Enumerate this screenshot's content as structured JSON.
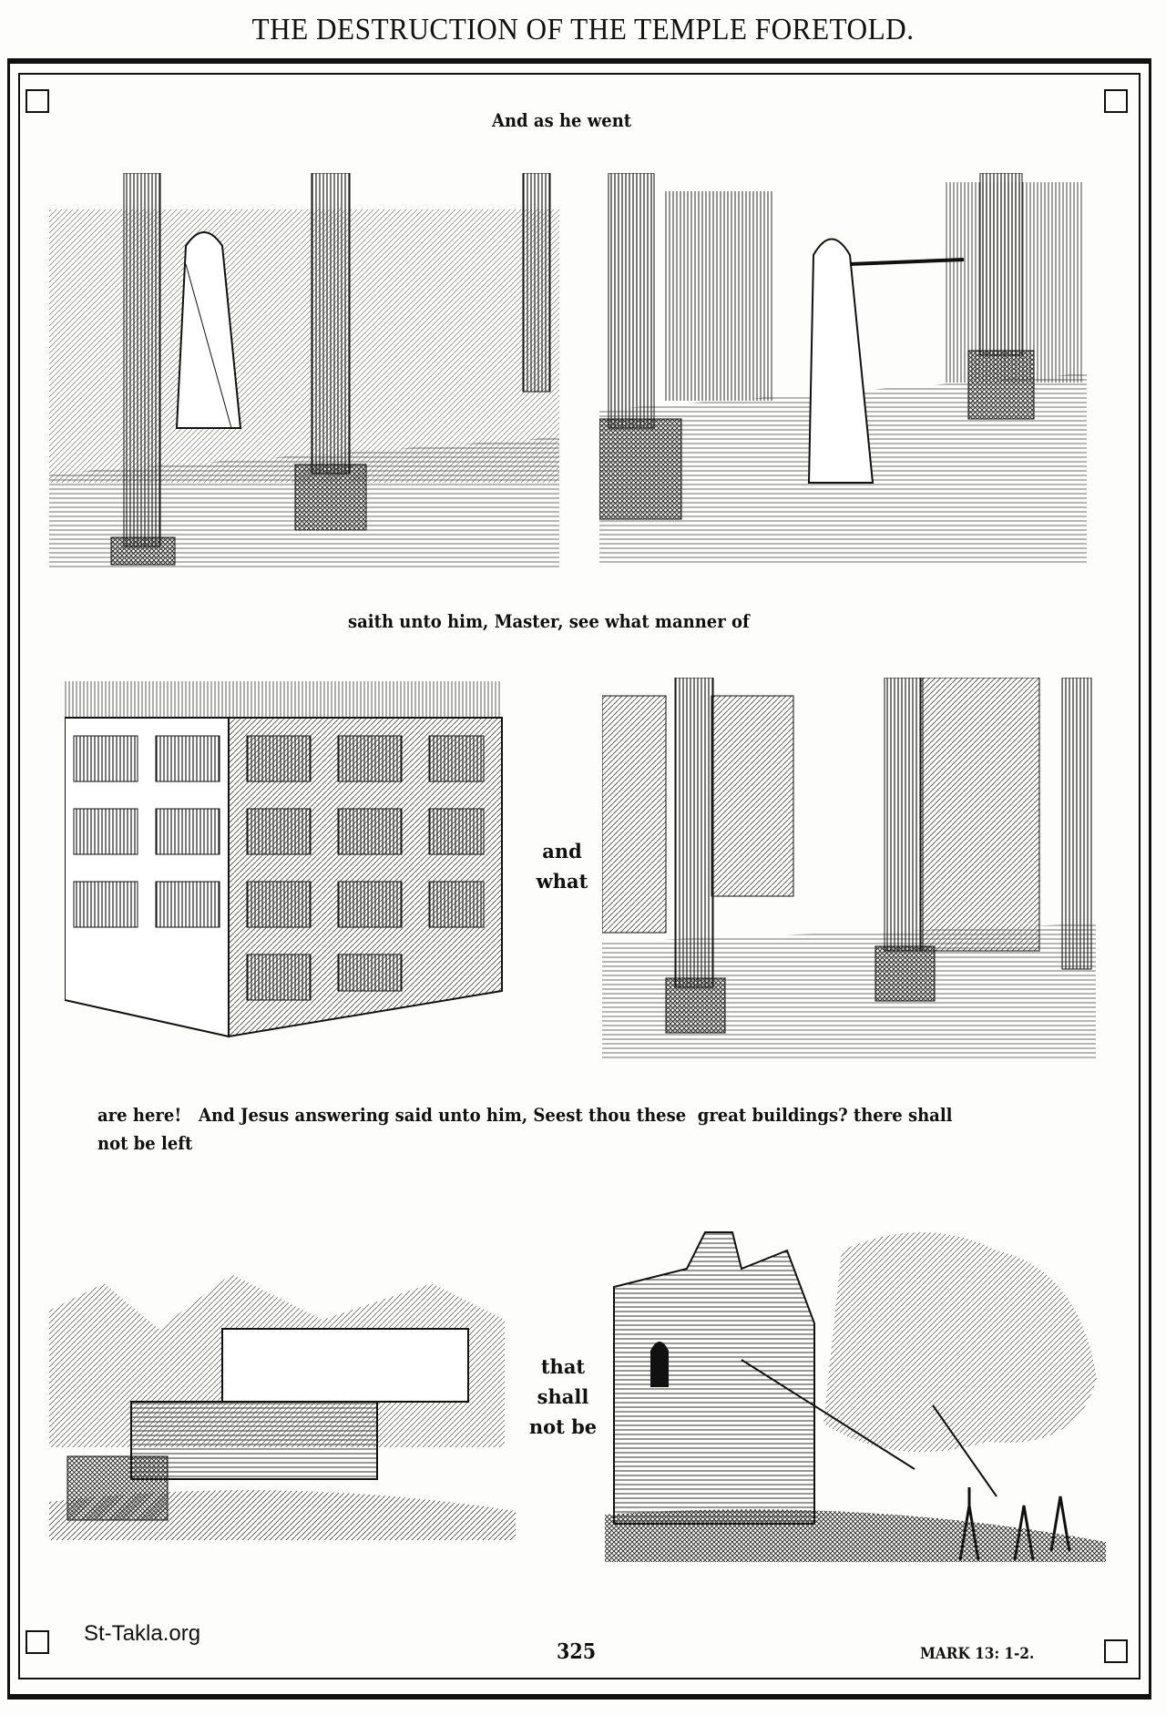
{
  "page": {
    "title": "THE DESTRUCTION OF THE TEMPLE FORETOLD.",
    "captions": {
      "row1_top": "And as he went",
      "row2_top": "saith unto him, Master, see what manner of",
      "row2_mid": [
        "and",
        "what"
      ],
      "row3_top_line1": "are here!   And Jesus answering said unto him, Seest thou these  great buildings? there shall",
      "row3_top_line2": "not be left",
      "row3_mid": [
        "that",
        "shall",
        "not be"
      ]
    },
    "footer": {
      "watermark": "St-Takla.org",
      "page_number": "325",
      "reference": "MARK 13: 1-2."
    },
    "illustrations": [
      "jesus-walking-colonnade",
      "figure-pointing-colonnade",
      "temple-stone-blocks",
      "temple-buildings-courtyard",
      "ruined-stones",
      "temple-destruction-soldiers"
    ]
  }
}
